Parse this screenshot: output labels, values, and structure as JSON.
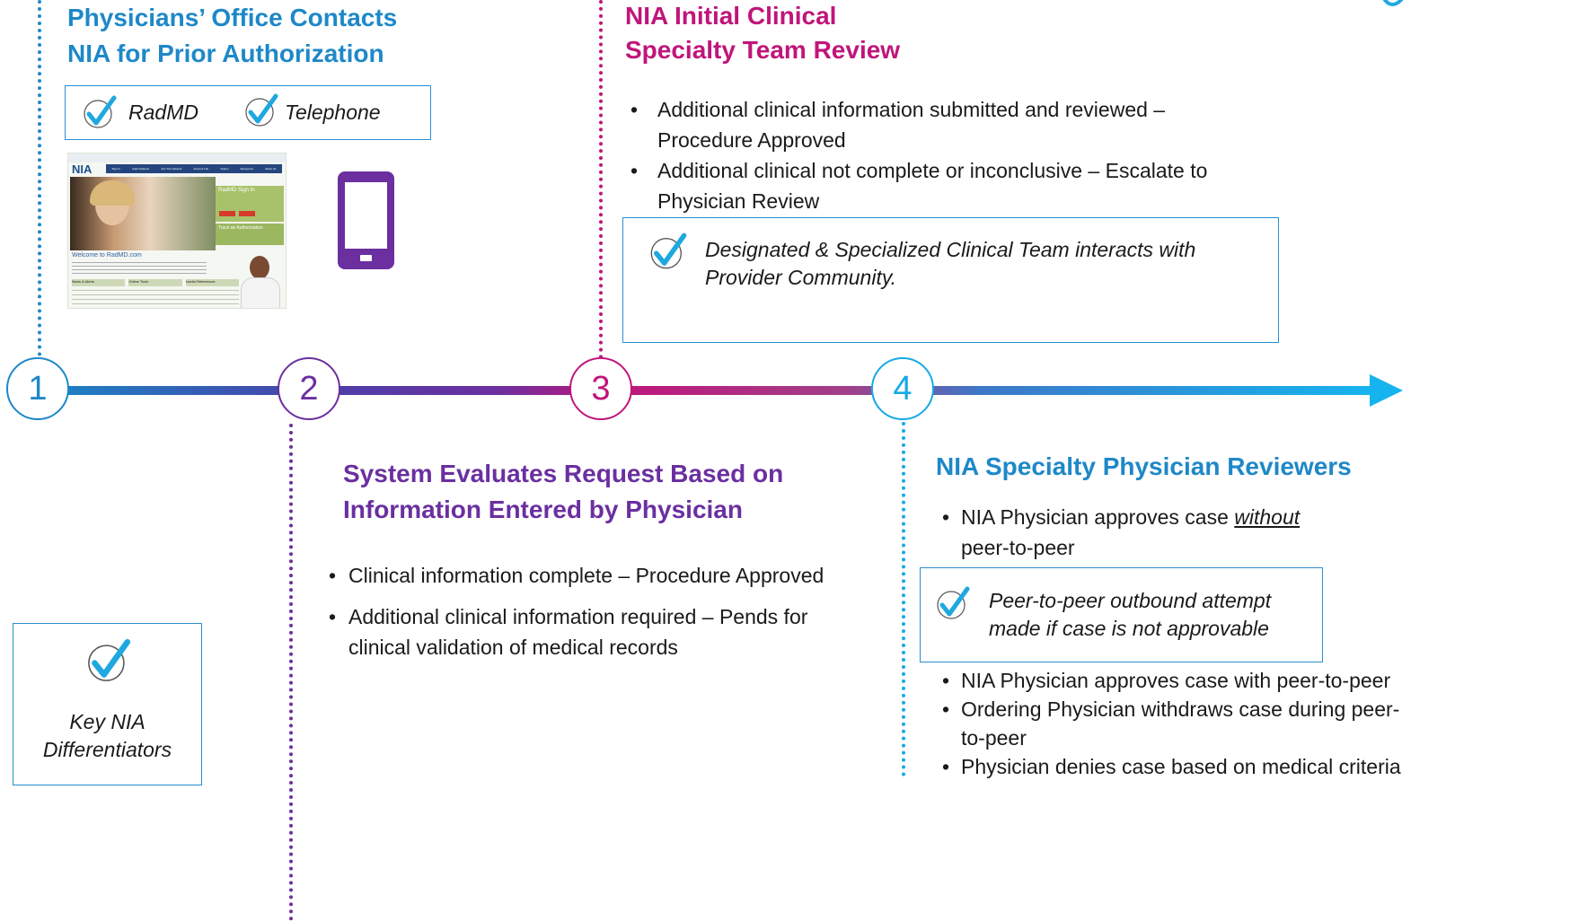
{
  "step1": {
    "number": "1",
    "title_line1": "Physicians’ Office Contacts",
    "title_line2": "NIA for Prior Authorization",
    "options": [
      "RadMD",
      "Telephone"
    ],
    "screenshot": {
      "logo": "NIA",
      "nav": [
        "Sign In",
        "Authorizations",
        "Join The Network",
        "Account Info",
        "Claims",
        "Resources",
        "About Us"
      ],
      "panel_title": "RadMD Sign In",
      "track_title": "Track an Authorization",
      "welcome": "Welcome to RadMD.com",
      "columns": [
        "News & Alerts",
        "Online Tools",
        "Useful References"
      ]
    }
  },
  "step2": {
    "number": "2",
    "title_line1": "System Evaluates Request Based on",
    "title_line2": "Information Entered by Physician",
    "bullets": [
      [
        "Clinical information complete – Procedure Approved"
      ],
      [
        "Additional clinical information required – Pends for",
        "clinical validation of medical records"
      ]
    ]
  },
  "step3": {
    "number": "3",
    "title_line1": "NIA Initial Clinical",
    "title_line2": "Specialty Team Review",
    "bullets": [
      [
        "Additional clinical information submitted and reviewed –",
        "Procedure Approved"
      ],
      [
        "Additional clinical not complete or inconclusive – Escalate to",
        "Physician Review"
      ]
    ],
    "differentiator": [
      "Designated & Specialized Clinical Team interacts with",
      "Provider Community."
    ]
  },
  "step4": {
    "number": "4",
    "title": "NIA Specialty Physician Reviewers",
    "bullet_first": {
      "pre": "NIA Physician approves case ",
      "emph": "without",
      "line2": "peer-to-peer"
    },
    "differentiator": [
      "Peer-to-peer outbound attempt",
      "made if case is not approvable"
    ],
    "bullets_after": [
      [
        "NIA Physician approves case with peer-to-peer"
      ],
      [
        "Ordering Physician withdraws case during peer-",
        "to-peer"
      ],
      [
        "Physician denies case based on medical criteria"
      ]
    ]
  },
  "legend": {
    "line1": "Key NIA",
    "line2": "Differentiators"
  },
  "colors": {
    "blue": "#1e88c8",
    "purple": "#6b2fa0",
    "magenta": "#c0157a",
    "cyan": "#16a9e6",
    "check": "#1fa8e0"
  }
}
